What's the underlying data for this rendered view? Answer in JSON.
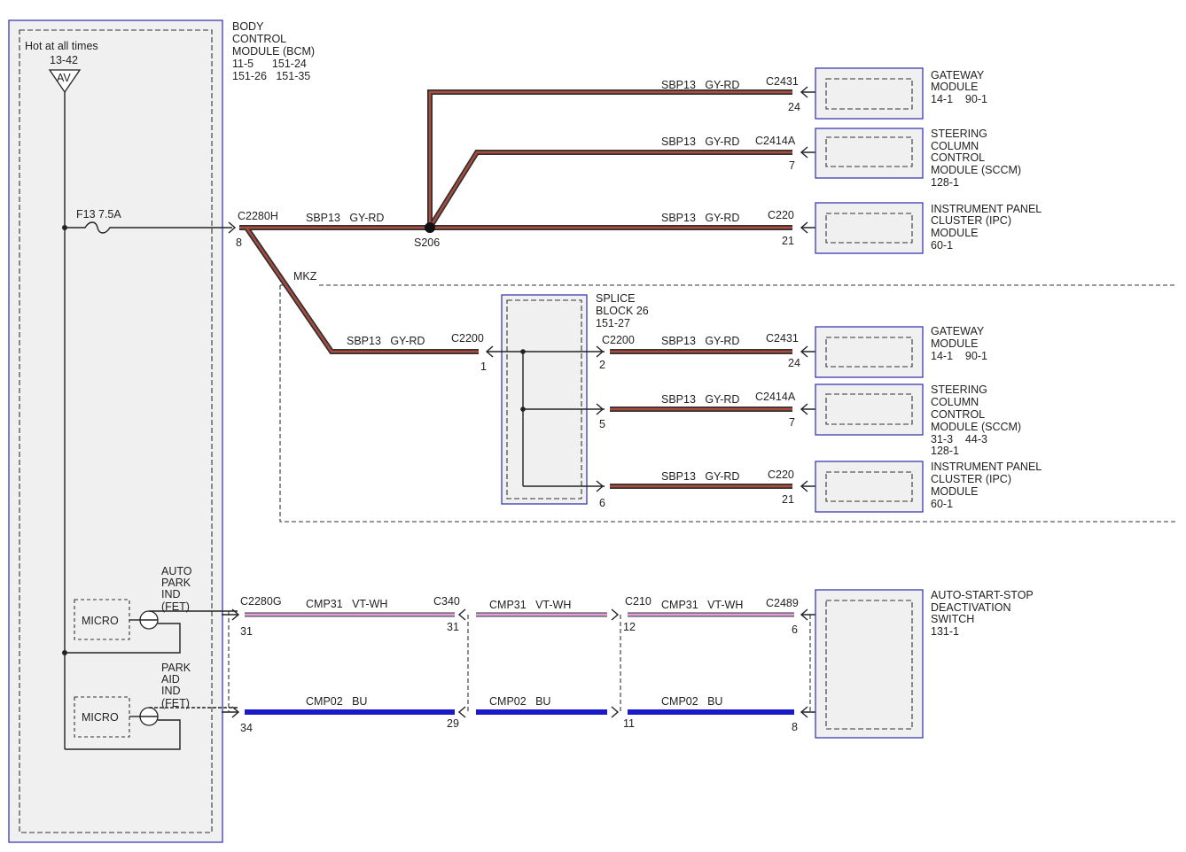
{
  "colors": {
    "gy_rd": "#b04a3a",
    "vt_wh": "#e2a0e0",
    "bu": "#1a1ac8",
    "module_outline": "#3a3ab0",
    "module_fill": "#f0f0f0"
  },
  "bcm": {
    "name": [
      "BODY",
      "CONTROL",
      "MODULE (BCM)"
    ],
    "refs": [
      "11-5      151-24",
      "151-26   151-35"
    ],
    "hot_label": "Hot at all times",
    "hot_ref": "13-42",
    "power_symbol": "AV",
    "fuse": "F13  7.5A",
    "micro_1": "MICRO",
    "micro_2": "MICRO",
    "fet_1": [
      "AUTO",
      "PARK",
      "IND",
      "(FET)"
    ],
    "fet_2": [
      "PARK",
      "AID",
      "IND",
      "(FET)"
    ],
    "pin_8": "8",
    "pin_31": "31",
    "pin_34": "34",
    "conn_h": "C2280H",
    "conn_g": "C2280G"
  },
  "splice": {
    "label": "S206",
    "block": [
      "SPLICE",
      "BLOCK 26",
      "151-27"
    ],
    "mkz": "MKZ"
  },
  "circuits": {
    "sbp13": "SBP13   GY-RD",
    "cmp31": "CMP31   VT-WH",
    "cmp02": "CMP02   BU"
  },
  "connectors": {
    "c2431": "C2431",
    "c2414a": "C2414A",
    "c220": "C220",
    "c2200": "C2200",
    "c340": "C340",
    "c210": "C210",
    "c2489": "C2489"
  },
  "pins": {
    "p24": "24",
    "p7": "7",
    "p21": "21",
    "p1": "1",
    "p2": "2",
    "p5": "5",
    "p6": "6",
    "p31": "31",
    "p12": "12",
    "p29": "29",
    "p11": "11",
    "p8": "8"
  },
  "modules": {
    "gateway": [
      "GATEWAY",
      "MODULE",
      "14-1    90-1"
    ],
    "sccm_top": [
      "STEERING",
      "COLUMN",
      "CONTROL",
      "MODULE (SCCM)",
      "128-1"
    ],
    "ipc": [
      "INSTRUMENT PANEL",
      "CLUSTER (IPC)",
      "MODULE",
      "60-1"
    ],
    "sccm_mkz": [
      "STEERING",
      "COLUMN",
      "CONTROL",
      "MODULE (SCCM)",
      "31-3    44-3",
      "128-1"
    ],
    "switch": [
      "AUTO-START-STOP",
      "DEACTIVATION",
      "SWITCH",
      "131-1"
    ]
  }
}
